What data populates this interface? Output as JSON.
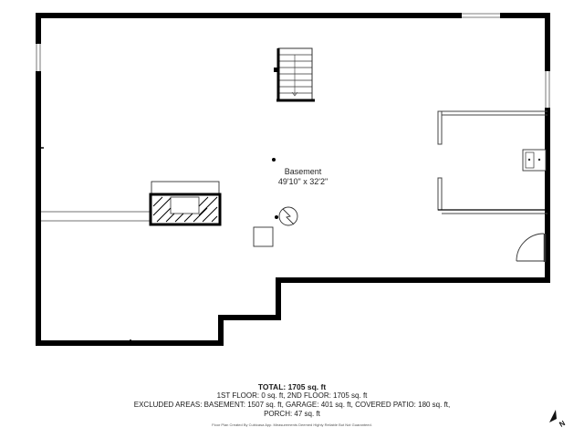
{
  "room": {
    "name": "Basement",
    "dimensions": "49'10\" x 32'2\""
  },
  "summary": {
    "total": "TOTAL: 1705 sq. ft",
    "floors": "1ST FLOOR: 0 sq. ft, 2ND FLOOR: 1705 sq. ft",
    "excluded_line1": "EXCLUDED AREAS: BASEMENT: 1507 sq. ft, GARAGE: 401 sq. ft, COVERED PATIO: 180 sq. ft,",
    "excluded_line2": "PORCH: 47 sq. ft"
  },
  "footer_note": "Floor Plan Created By Cubicasa App. Measurements Deemed Highly Reliable But Not Guaranteed.",
  "compass": {
    "letter": "N"
  },
  "colors": {
    "wall": "#000000",
    "line": "#333333",
    "background": "#ffffff"
  }
}
